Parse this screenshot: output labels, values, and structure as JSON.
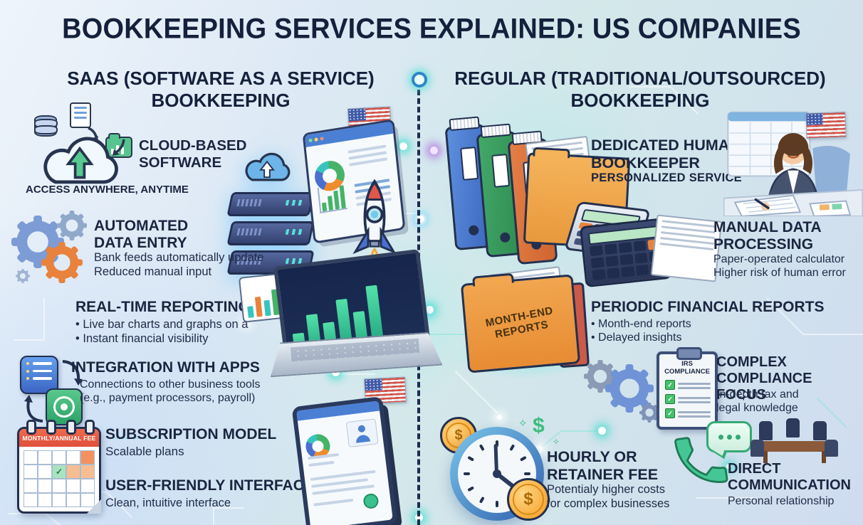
{
  "title": "BOOKKEEPING SERVICES EXPLAINED: US COMPANIES",
  "left": {
    "heading": [
      "SAAS (SOFTWARE AS A SERVICE)",
      "BOOKKEEPING"
    ],
    "cloud": {
      "icon": "cloud-upload-icon",
      "title": "CLOUD-BASED SOFTWARE",
      "caption": "ACCESS ANYWHERE, ANYTIME"
    },
    "automated": {
      "icon": "gears-icon",
      "title": "AUTOMATED DATA ENTRY",
      "lines": [
        "Bank feeds automatically update",
        "Reduced manual input"
      ]
    },
    "realtime": {
      "icon": "bar-chart-icon",
      "title": "REAL-TIME REPORTING",
      "lines": [
        "• Live bar charts and graphs on a",
        "• Instant financial visibility"
      ]
    },
    "integration": {
      "icon": "app-sync-icon",
      "title": "INTEGRATION WITH APPS",
      "lines": [
        "Connections to other business tools",
        "(e.g., payment processors, payroll)"
      ]
    },
    "subscription": {
      "icon": "calendar-icon",
      "title": "SUBSCRIPTION MODEL",
      "lines": [
        "Scalable plans"
      ],
      "calendar_label": "MONTHLY/ANNUAL FEE",
      "check": "✓"
    },
    "ui": {
      "icon": "tablet-icon",
      "title": "USER-FRIENDLY INTERFACE",
      "lines": [
        "Clean, intuitive interface"
      ]
    }
  },
  "right": {
    "heading": [
      "REGULAR (TRADITIONAL/OUTSOURCED)",
      "BOOKKEEPING"
    ],
    "bookkeeper": {
      "icon": "bookkeeper-binders-icon",
      "title": "DEDICATED HUMAN BOOKKEEPER",
      "caption": "PERSONALIZED SERVICE"
    },
    "manual": {
      "icon": "calculator-papers-icon",
      "title": "MANUAL DATA PROCESSING",
      "lines": [
        "Paper-operated calculator",
        "Higher risk of human error"
      ]
    },
    "periodic": {
      "icon": "month-end-folder-icon",
      "title": "PERIODIC FINANCIAL REPORTS",
      "lines": [
        "• Month-end reports",
        "• Delayed insights"
      ],
      "folder_label": [
        "MONTH-END",
        "REPORTS"
      ]
    },
    "compliance": {
      "icon": "irs-clipboard-gears-icon",
      "title": "COMPLEX COMPLIANCE FOCUS",
      "lines": [
        "In-depth tax and",
        "legal knowledge"
      ],
      "clipboard_label": [
        "IRS",
        "COMPLIANCE"
      ],
      "check": "✓"
    },
    "fee": {
      "icon": "clock-money-icon",
      "title": "HOURLY OR RETAINER FEE",
      "lines": [
        "Potentialy higher costs",
        "for complex businesses"
      ],
      "dollar": "$",
      "sparkle": "✧"
    },
    "communication": {
      "icon": "phone-chat-icon",
      "title": "DIRECT COMMUNICATION",
      "lines": [
        "Personal relationship"
      ]
    }
  }
}
